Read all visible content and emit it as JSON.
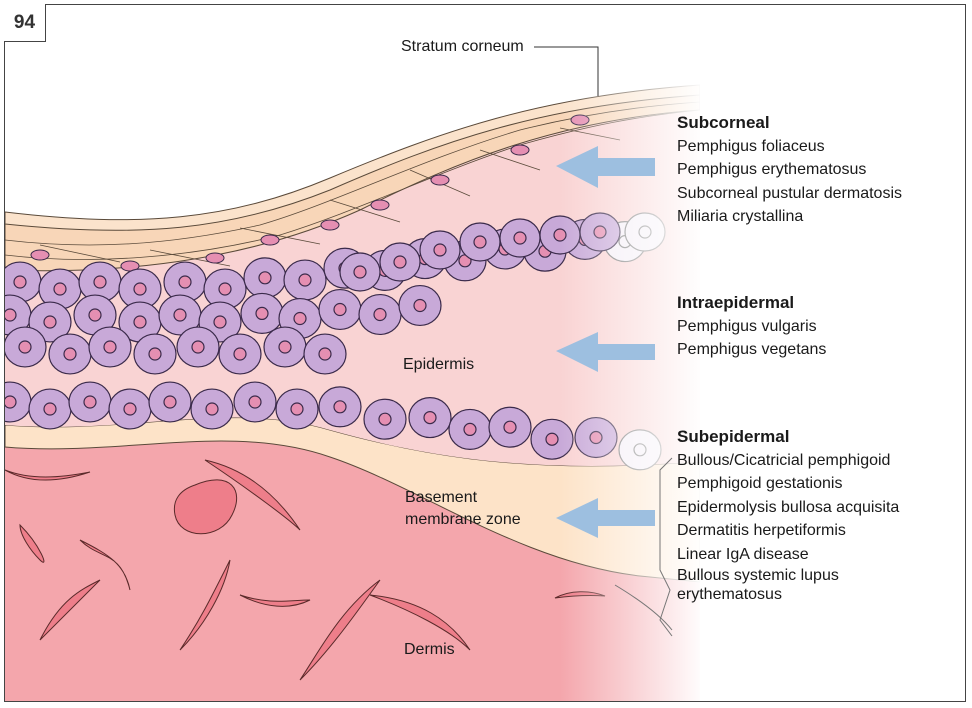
{
  "figure_number": "94",
  "labels": {
    "stratum_corneum": "Stratum corneum",
    "epidermis": "Epidermis",
    "basement_membrane_zone_line1": "Basement",
    "basement_membrane_zone_line2": "membrane zone",
    "dermis": "Dermis"
  },
  "groups": [
    {
      "heading": "Subcorneal",
      "items": [
        "Pemphigus foliaceus",
        "Pemphigus erythematosus",
        "Subcorneal pustular dermatosis",
        "Miliaria crystallina"
      ]
    },
    {
      "heading": "Intraepidermal",
      "items": [
        "Pemphigus vulgaris",
        "Pemphigus vegetans"
      ]
    },
    {
      "heading": "Subepidermal",
      "items": [
        "Bullous/Cicatricial pemphigoid",
        "Pemphigoid gestationis",
        "Epidermolysis bullosa acquisita",
        "Dermatitis herpetiformis",
        "Linear IgA disease",
        "Bullous systemic lupus",
        "erythematosus"
      ]
    }
  ],
  "colors": {
    "dermis": "#f4a6ac",
    "basement": "#fde3c8",
    "epidermis_bg": "#f9d3d3",
    "cell_fill": "#c8a9d8",
    "cell_stroke": "#3a2a4a",
    "nucleus": "#e58fb2",
    "arrow": "#9dbfe0",
    "stratum": "#f8d6b8",
    "granular": "#f5c890"
  },
  "icons": {
    "arrow": "left-arrow-icon"
  }
}
